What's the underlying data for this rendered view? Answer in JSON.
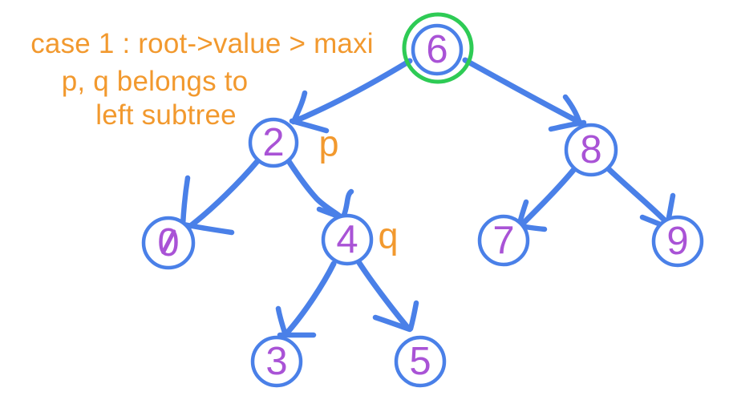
{
  "annotation": {
    "lines": [
      "case 1 : root->value > maxi",
      "p, q belongs to",
      "left subtree"
    ]
  },
  "tree": {
    "nodes": [
      {
        "id": "root",
        "value": "6",
        "highlighted": true
      },
      {
        "id": "n2",
        "value": "2"
      },
      {
        "id": "n8",
        "value": "8"
      },
      {
        "id": "n0",
        "value": "0"
      },
      {
        "id": "n4",
        "value": "4"
      },
      {
        "id": "n7",
        "value": "7"
      },
      {
        "id": "n9",
        "value": "9"
      },
      {
        "id": "n3",
        "value": "3"
      },
      {
        "id": "n5",
        "value": "5"
      }
    ],
    "edges": [
      [
        "6",
        "2"
      ],
      [
        "6",
        "8"
      ],
      [
        "2",
        "0"
      ],
      [
        "2",
        "4"
      ],
      [
        "4",
        "3"
      ],
      [
        "4",
        "5"
      ],
      [
        "8",
        "7"
      ],
      [
        "8",
        "9"
      ]
    ],
    "pointer_labels": [
      {
        "text": "p",
        "points_to": "2"
      },
      {
        "text": "q",
        "points_to": "4"
      }
    ]
  },
  "colors": {
    "edge_blue": "#4a80e8",
    "digit_purple": "#a953d6",
    "annotation_orange": "#f2992e",
    "highlight_green": "#2ecb55",
    "background": "#ffffff"
  }
}
